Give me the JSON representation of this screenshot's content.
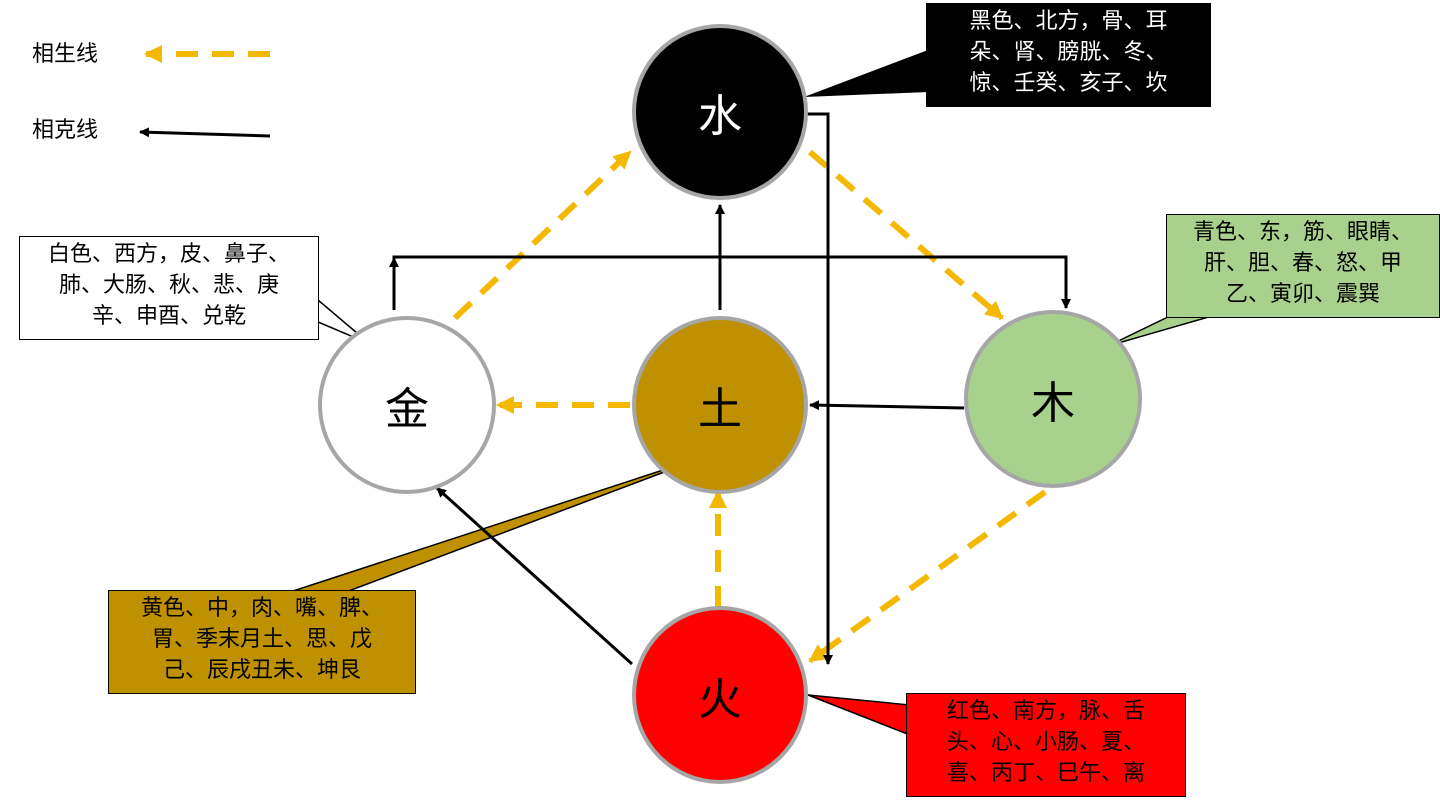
{
  "legend": {
    "generating_label": "相生线",
    "overcoming_label": "相克线"
  },
  "colors": {
    "generating_line": "#f5b800",
    "overcoming_line": "#000000",
    "circle_border": "#a6a6a6",
    "water": "#000000",
    "wood": "#a9d18e",
    "fire": "#ff0000",
    "earth": "#bf9000",
    "metal": "#ffffff"
  },
  "elements": {
    "water": {
      "label": "水"
    },
    "wood": {
      "label": "木"
    },
    "fire": {
      "label": "火"
    },
    "earth": {
      "label": "土"
    },
    "metal": {
      "label": "金"
    }
  },
  "callouts": {
    "water": {
      "lines": [
        "黑色、北方，骨、耳",
        "朵、肾、膀胱、冬、",
        "惊、壬癸、亥子、坎"
      ]
    },
    "wood": {
      "lines": [
        "青色、东，筋、眼睛、",
        "肝、胆、春、怒、甲",
        "乙、寅卯、震巽"
      ]
    },
    "metal": {
      "lines": [
        "白色、西方，皮、鼻子、",
        "肺、大肠、秋、悲、庚",
        "辛、申酉、兑乾"
      ]
    },
    "earth": {
      "lines": [
        "黄色、中，肉、嘴、脾、",
        "胃、季末月土、思、戊",
        "己、辰戌丑未、坤艮"
      ]
    },
    "fire": {
      "lines": [
        "红色、南方，脉、舌",
        "头、心、小肠、夏、",
        "喜、丙丁、巳午、离"
      ]
    }
  }
}
